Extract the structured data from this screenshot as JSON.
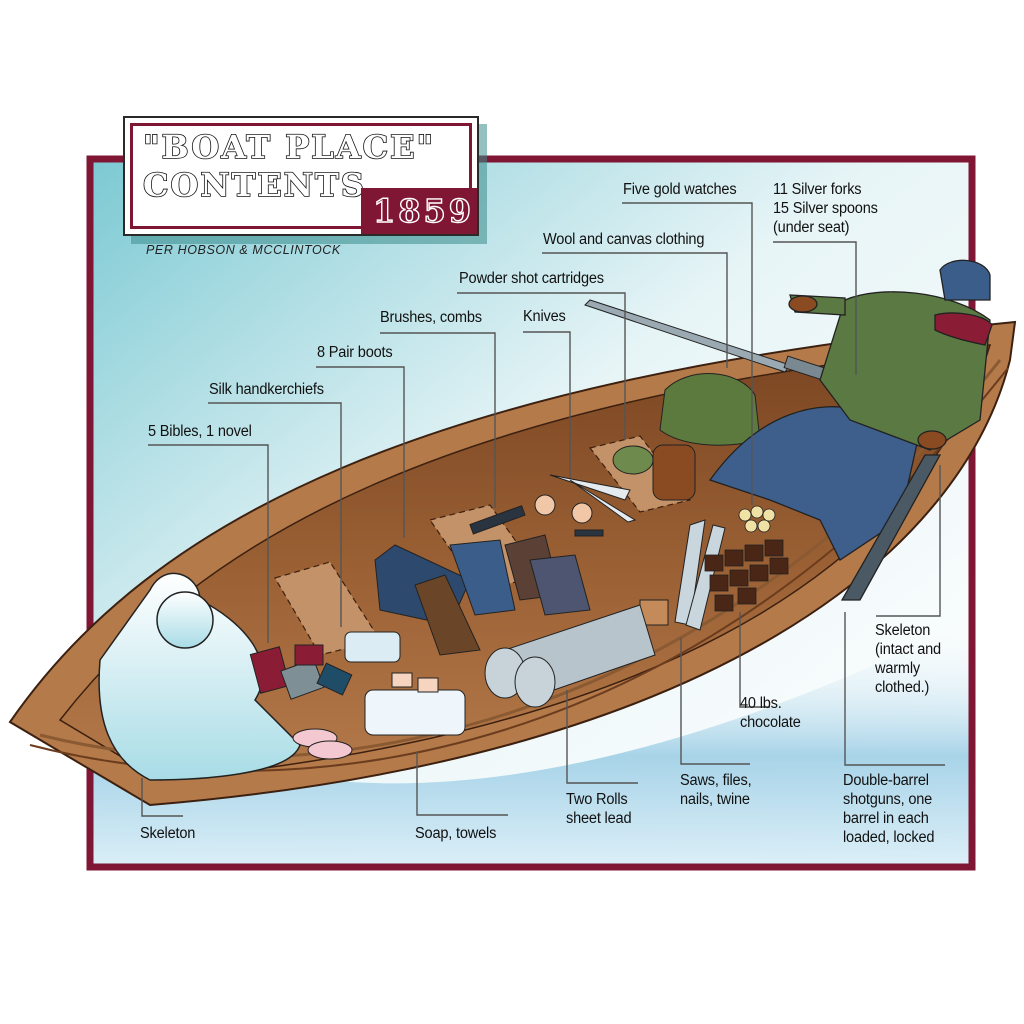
{
  "title": {
    "line1": "\"BOAT PLACE\"",
    "line2": "CONTENTS",
    "year": "1859",
    "subtitle": "PER HOBSON & MCCLINTOCK"
  },
  "colors": {
    "frame": "#7f1734",
    "sky_top": "#8fd0d8",
    "sky_bottom": "#ffffff",
    "water": "#a9d4ea",
    "hull": "#b57a4a",
    "hull_dark": "#6b3d1e",
    "leader_line": "#4a4a4a"
  },
  "labels": [
    {
      "id": "five-gold-watches",
      "text": "Five gold watches"
    },
    {
      "id": "silver-forks",
      "lines": [
        "11 Silver forks",
        "15 Silver spoons",
        "(under seat)"
      ]
    },
    {
      "id": "wool-canvas-clothing",
      "text": "Wool and canvas clothing"
    },
    {
      "id": "powder-shot-cartridges",
      "text": "Powder shot cartridges"
    },
    {
      "id": "brushes-combs",
      "text": "Brushes, combs"
    },
    {
      "id": "knives",
      "text": "Knives"
    },
    {
      "id": "pair-boots",
      "text": "8 Pair boots"
    },
    {
      "id": "silk-handkerchiefs",
      "text": "Silk handkerchiefs"
    },
    {
      "id": "bibles-novel",
      "text": "5 Bibles, 1 novel"
    },
    {
      "id": "skeleton-seated",
      "lines": [
        "Skeleton",
        "(intact and",
        "warmly",
        "clothed.)"
      ]
    },
    {
      "id": "chocolate",
      "lines": [
        "40 lbs.",
        "chocolate"
      ]
    },
    {
      "id": "shotguns",
      "lines": [
        "Double-barrel",
        "shotguns, one",
        "barrel in each",
        "loaded, locked"
      ]
    },
    {
      "id": "skeleton-bow",
      "text": "Skeleton"
    },
    {
      "id": "soap-towels",
      "text": "Soap, towels"
    },
    {
      "id": "sheet-lead",
      "lines": [
        "Two Rolls",
        "sheet lead"
      ]
    },
    {
      "id": "saws-files",
      "lines": [
        "Saws, files,",
        "nails, twine"
      ]
    }
  ]
}
